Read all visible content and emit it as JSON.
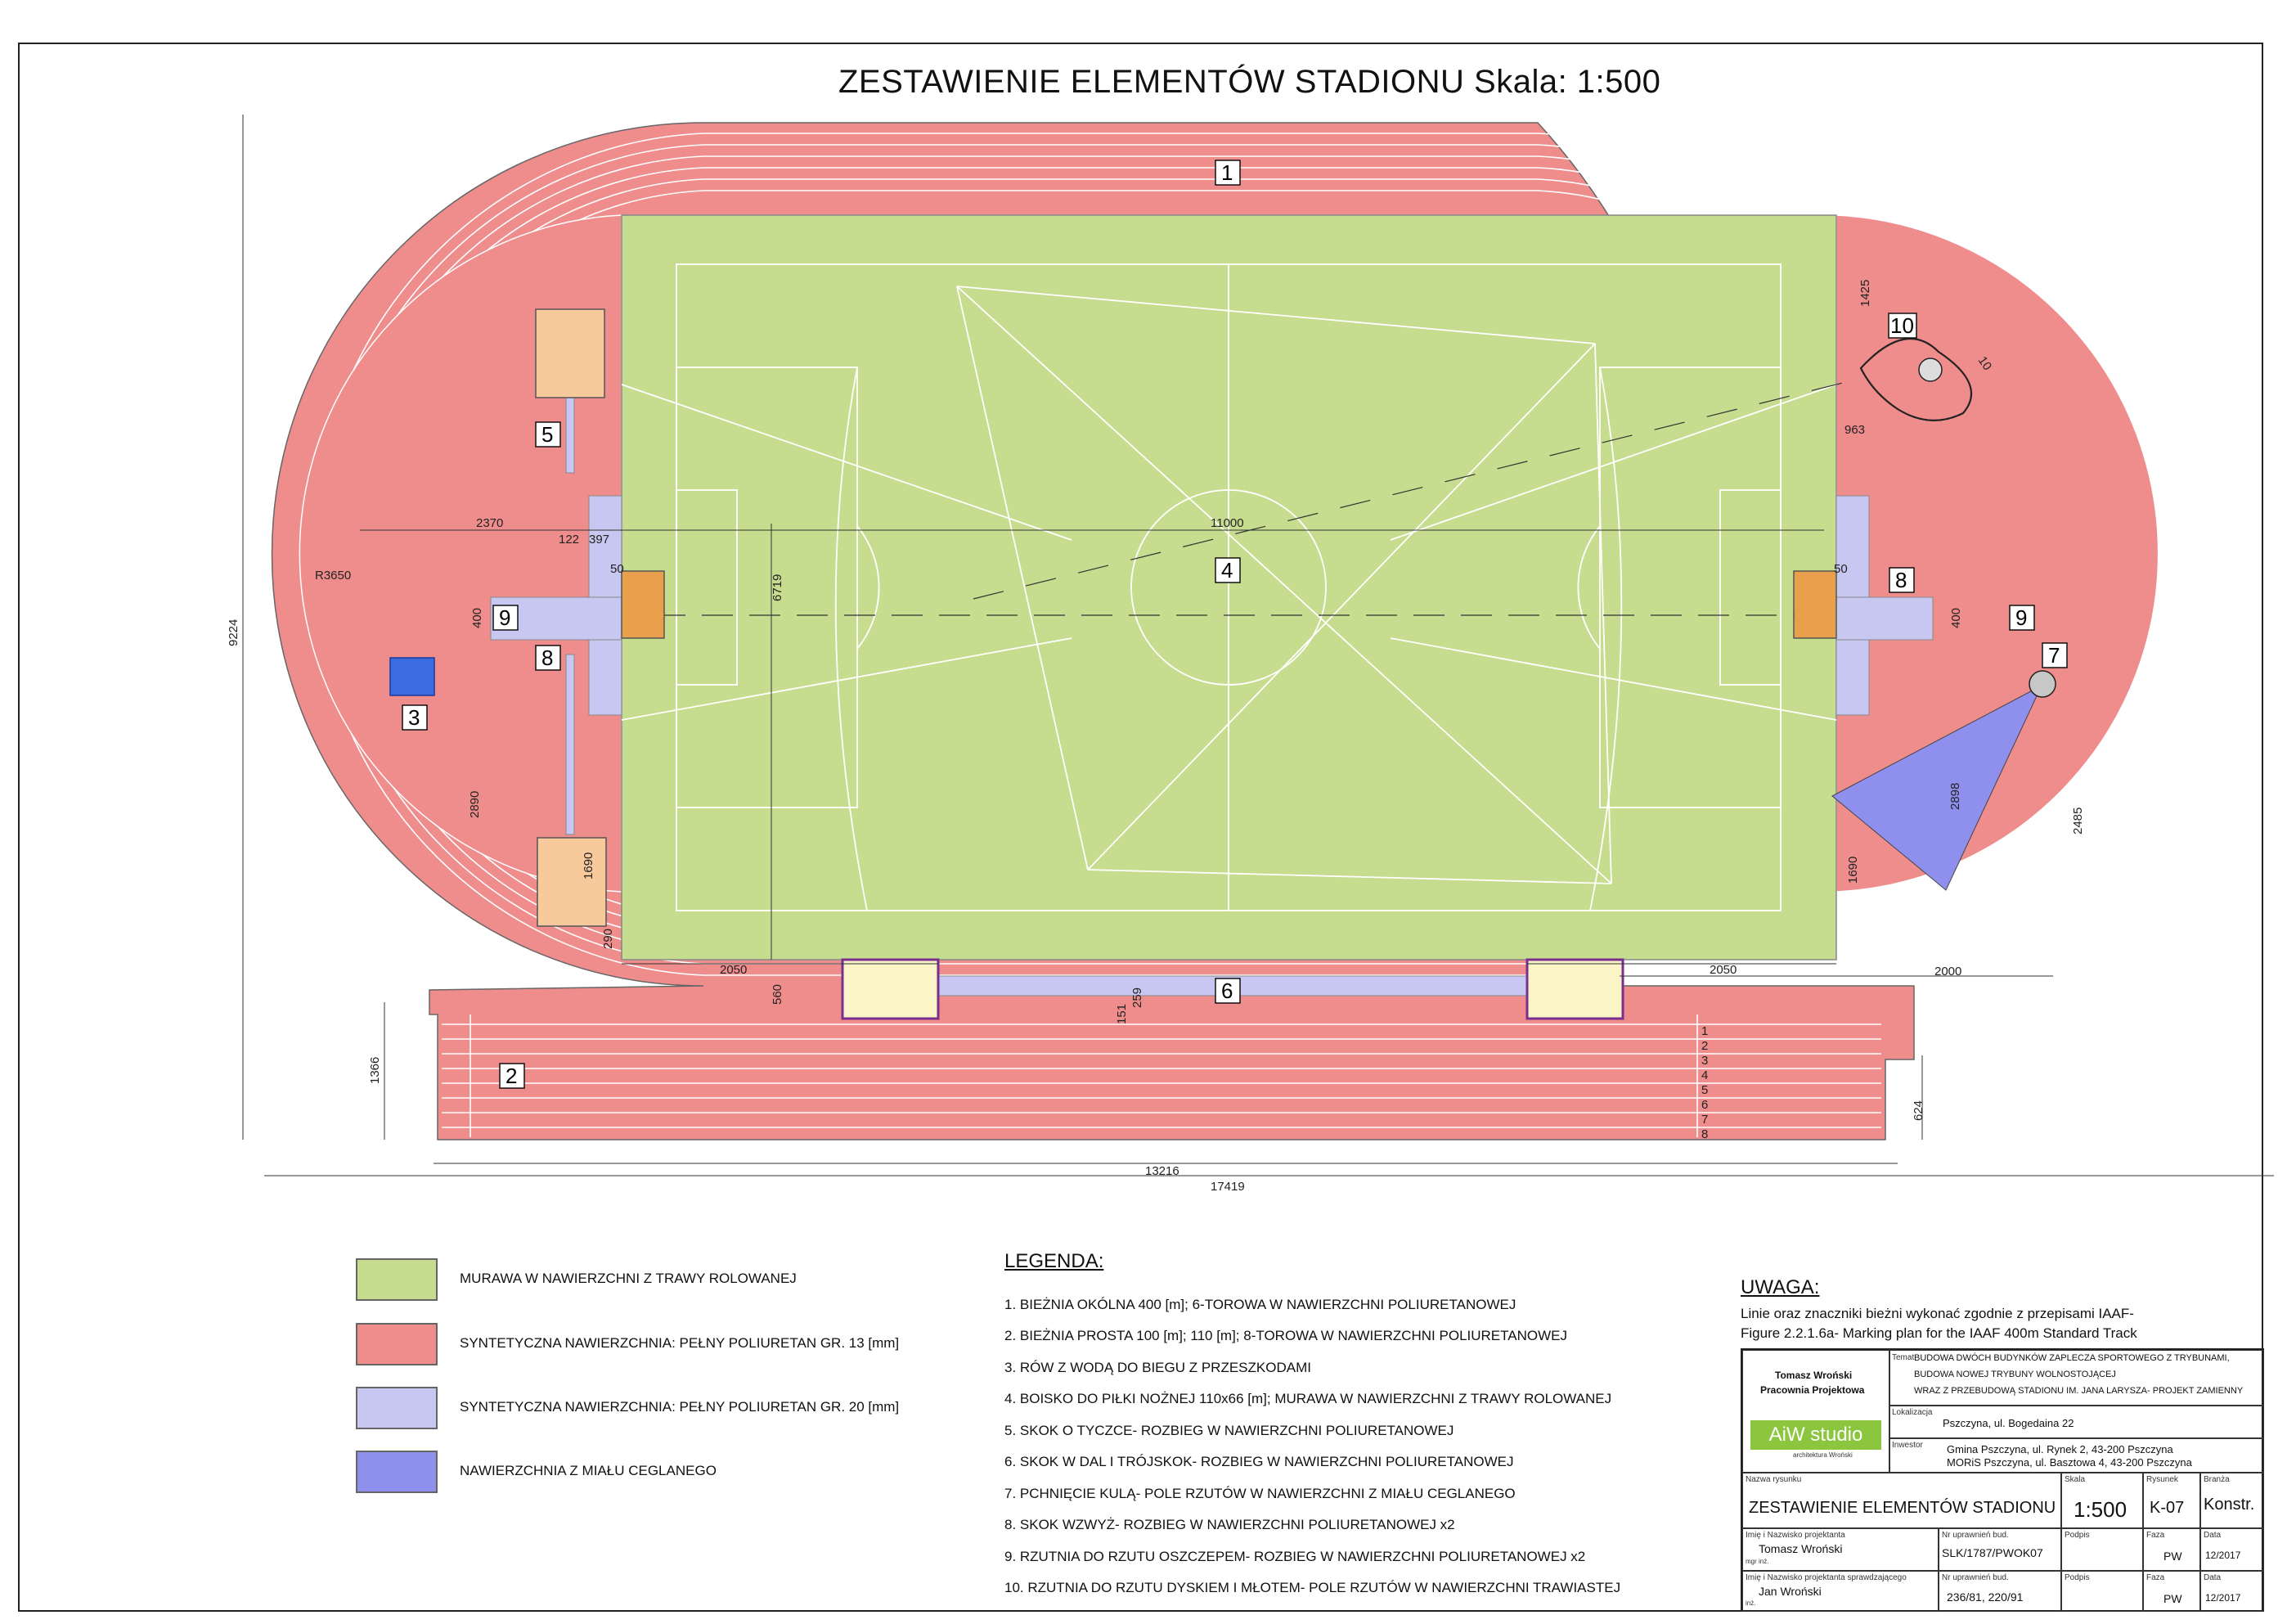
{
  "title": "ZESTAWIENIE ELEMENTÓW STADIONU   Skala: 1:500",
  "plan": {
    "labels": {
      "l1": "1",
      "l2": "2",
      "l3": "3",
      "l4": "4",
      "l5": "5",
      "l6": "6",
      "l7": "7",
      "l8a": "8",
      "l8b": "8",
      "l9a": "9",
      "l9b": "9",
      "l10": "10"
    },
    "dimensions": {
      "d17419": "17419",
      "d13216": "13216",
      "d9224": "9224",
      "d1366": "1366",
      "d11000": "11000",
      "d2370": "2370",
      "d122": "122",
      "d397": "397",
      "dR3650": "R3650",
      "d6719": "6719",
      "d400a": "400",
      "d400b": "400",
      "d50a": "50",
      "d50b": "50",
      "d2890": "2890",
      "d1690a": "1690",
      "d1690b": "1690",
      "d290": "290",
      "d2050a": "2050",
      "d2050b": "2050",
      "d560": "560",
      "d259": "259",
      "d151": "151",
      "d2000": "2000",
      "d624": "624",
      "d1425": "1425",
      "d963": "963",
      "d2898": "2898",
      "d2485": "2485",
      "d10": "10"
    },
    "lane_numbers": [
      "1",
      "2",
      "3",
      "4",
      "5",
      "6",
      "7",
      "8"
    ]
  },
  "swatches": [
    {
      "label": "MURAWA W NAWIERZCHNI Z TRAWY ROLOWANEJ",
      "color": "#c6dc8e"
    },
    {
      "label": "SYNTETYCZNA NAWIERZCHNIA: PEŁNY POLIURETAN GR. 13 [mm]",
      "color": "#ef8c8c"
    },
    {
      "label": "SYNTETYCZNA NAWIERZCHNIA: PEŁNY POLIURETAN GR. 20 [mm]",
      "color": "#c7c7f1"
    },
    {
      "label": "NAWIERZCHNIA Z MIAŁU CEGLANEGO",
      "color": "#8f8fee"
    }
  ],
  "legend": {
    "title": "LEGENDA:",
    "items": [
      "1. BIEŻNIA OKÓLNA 400 [m]; 6-TOROWA W NAWIERZCHNI POLIURETANOWEJ",
      "2. BIEŻNIA PROSTA 100 [m]; 110 [m]; 8-TOROWA W  NAWIERZCHNI POLIURETANOWEJ",
      "3. RÓW Z WODĄ DO BIEGU Z PRZESZKODAMI",
      "4. BOISKO DO PIŁKI NOŻNEJ 110x66 [m]; MURAWA W NAWIERZCHNI Z TRAWY ROLOWANEJ",
      "5. SKOK O TYCZCE- ROZBIEG W NAWIERZCHNI POLIURETANOWEJ",
      "6. SKOK W DAL I TRÓJSKOK- ROZBIEG W NAWIERZCHNI POLIURETANOWEJ",
      "7. PCHNIĘCIE KULĄ- POLE RZUTÓW W NAWIERZCHNI Z MIAŁU CEGLANEGO",
      "8. SKOK WZWYŻ- ROZBIEG W NAWIERZCHNI POLIURETANOWEJ  x2",
      "9. RZUTNIA DO RZUTU OSZCZEPEM- ROZBIEG W NAWIERZCHNI POLIURETANOWEJ  x2",
      "10. RZUTNIA DO RZUTU DYSKIEM I MŁOTEM- POLE RZUTÓW W NAWIERZCHNI TRAWIASTEJ"
    ]
  },
  "note": {
    "title": "UWAGA:",
    "line1": "Linie oraz znaczniki bieżni wykonać zgodnie z przepisami IAAF-",
    "line2": "Figure 2.2.1.6a- Marking plan for the IAAF 400m Standard Track"
  },
  "title_block": {
    "firm_name": "Tomasz Wroński",
    "firm_sub": "Pracownia Projektowa",
    "logo_text": "AiW studio",
    "logo_sub": "architektura Wroński",
    "temat_label": "Temat",
    "temat_1": "BUDOWA DWÓCH BUDYNKÓW ZAPLECZA SPORTOWEGO Z TRYBUNAMI,",
    "temat_2": "BUDOWA NOWEJ TRYBUNY WOLNOSTOJĄCEJ",
    "temat_3": "WRAZ Z PRZEBUDOWĄ STADIONU IM. JANA LARYSZA- PROJEKT ZAMIENNY",
    "lokalizacja_label": "Lokalizacja",
    "lokalizacja": "Pszczyna, ul. Bogedaina 22",
    "inwestor_label": "Inwestor",
    "inwestor_1": "Gmina Pszczyna, ul. Rynek 2, 43-200 Pszczyna",
    "inwestor_2": "MORiS Pszczyna, ul. Basztowa 4, 43-200 Pszczyna",
    "nazwa_label": "Nazwa rysunku",
    "nazwa": "ZESTAWIENIE ELEMENTÓW STADIONU",
    "skala_label": "Skala",
    "skala": "1:500",
    "rysunek_label": "Rysunek",
    "rysunek": "K-07",
    "branza_label": "Branża",
    "branza": "Konstr.",
    "projektant_label": "Imię i Nazwisko projektanta",
    "projektant": "Tomasz Wroński",
    "projektant_title": "mgr inż.",
    "upr_label": "Nr uprawnień bud.",
    "upr_1": "SLK/1787/PWOK07",
    "podpis_label": "Podpis",
    "faza_label": "Faza",
    "faza_1": "PW",
    "data_label": "Data",
    "data_1": "12/2017",
    "sprawdzajacy_label": "Imię i Nazwisko projektanta sprawdzającego",
    "sprawdzajacy": "Jan Wroński",
    "sprawdzajacy_title": "inż.",
    "upr_2": "236/81, 220/91",
    "faza_2": "PW",
    "data_2": "12/2017"
  }
}
